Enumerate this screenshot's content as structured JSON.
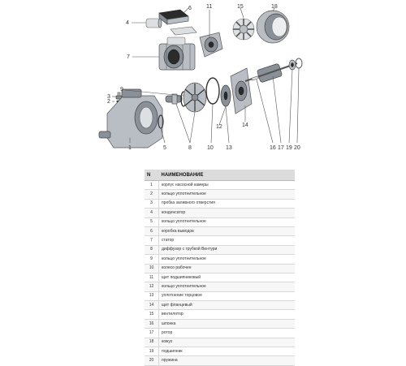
{
  "diagram": {
    "callouts": [
      "1",
      "2",
      "3",
      "4",
      "5",
      "6",
      "7",
      "8",
      "9",
      "10",
      "11",
      "12",
      "13",
      "14",
      "15",
      "16",
      "17",
      "18",
      "19",
      "20"
    ]
  },
  "table": {
    "headers": [
      "N",
      "НАИМЕНОВАНИЕ"
    ],
    "rows": [
      {
        "n": "1",
        "name": "корпус насосной камеры"
      },
      {
        "n": "2",
        "name": "кольцо уплотнительное"
      },
      {
        "n": "3",
        "name": "пробка заливного отверстия"
      },
      {
        "n": "4",
        "name": "конденсатор"
      },
      {
        "n": "5",
        "name": "кольцо уплотнительное"
      },
      {
        "n": "6",
        "name": "коробка выводов"
      },
      {
        "n": "7",
        "name": "статор"
      },
      {
        "n": "8",
        "name": "диффузор с трубкой Вентури"
      },
      {
        "n": "9",
        "name": "кольцо уплотнительное"
      },
      {
        "n": "10",
        "name": "колесо рабочее"
      },
      {
        "n": "11",
        "name": "щит подшипниковый"
      },
      {
        "n": "12",
        "name": "кольцо уплотнительное"
      },
      {
        "n": "13",
        "name": "уплотнение торцовое"
      },
      {
        "n": "14",
        "name": "щит фланцевый"
      },
      {
        "n": "15",
        "name": "вентилятор"
      },
      {
        "n": "16",
        "name": "шпонка"
      },
      {
        "n": "17",
        "name": "ротор"
      },
      {
        "n": "18",
        "name": "кожух"
      },
      {
        "n": "19",
        "name": "подшипник"
      },
      {
        "n": "20",
        "name": "пружина"
      }
    ]
  }
}
